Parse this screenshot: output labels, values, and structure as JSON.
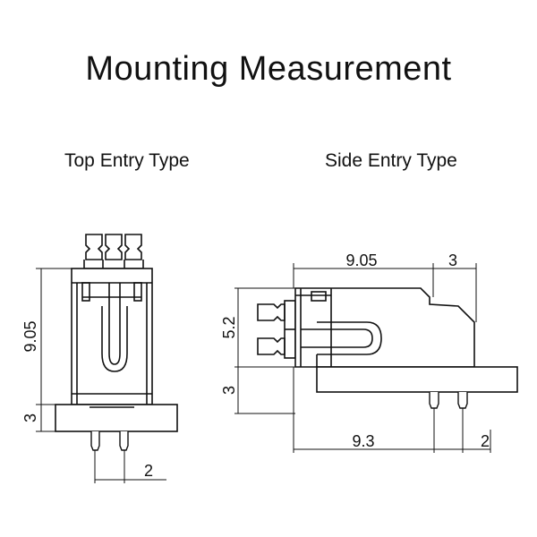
{
  "title": "Mounting Measurement",
  "top_entry": {
    "label": "Top Entry Type",
    "dims": {
      "height_body": "9.05",
      "height_base": "3",
      "pin_pitch": "2"
    }
  },
  "side_entry": {
    "label": "Side Entry Type",
    "dims": {
      "length_top": "9.05",
      "offset_top": "3",
      "height_upper": "5.2",
      "height_base": "3",
      "length_bottom": "9.3",
      "pin_pitch": "2"
    }
  }
}
